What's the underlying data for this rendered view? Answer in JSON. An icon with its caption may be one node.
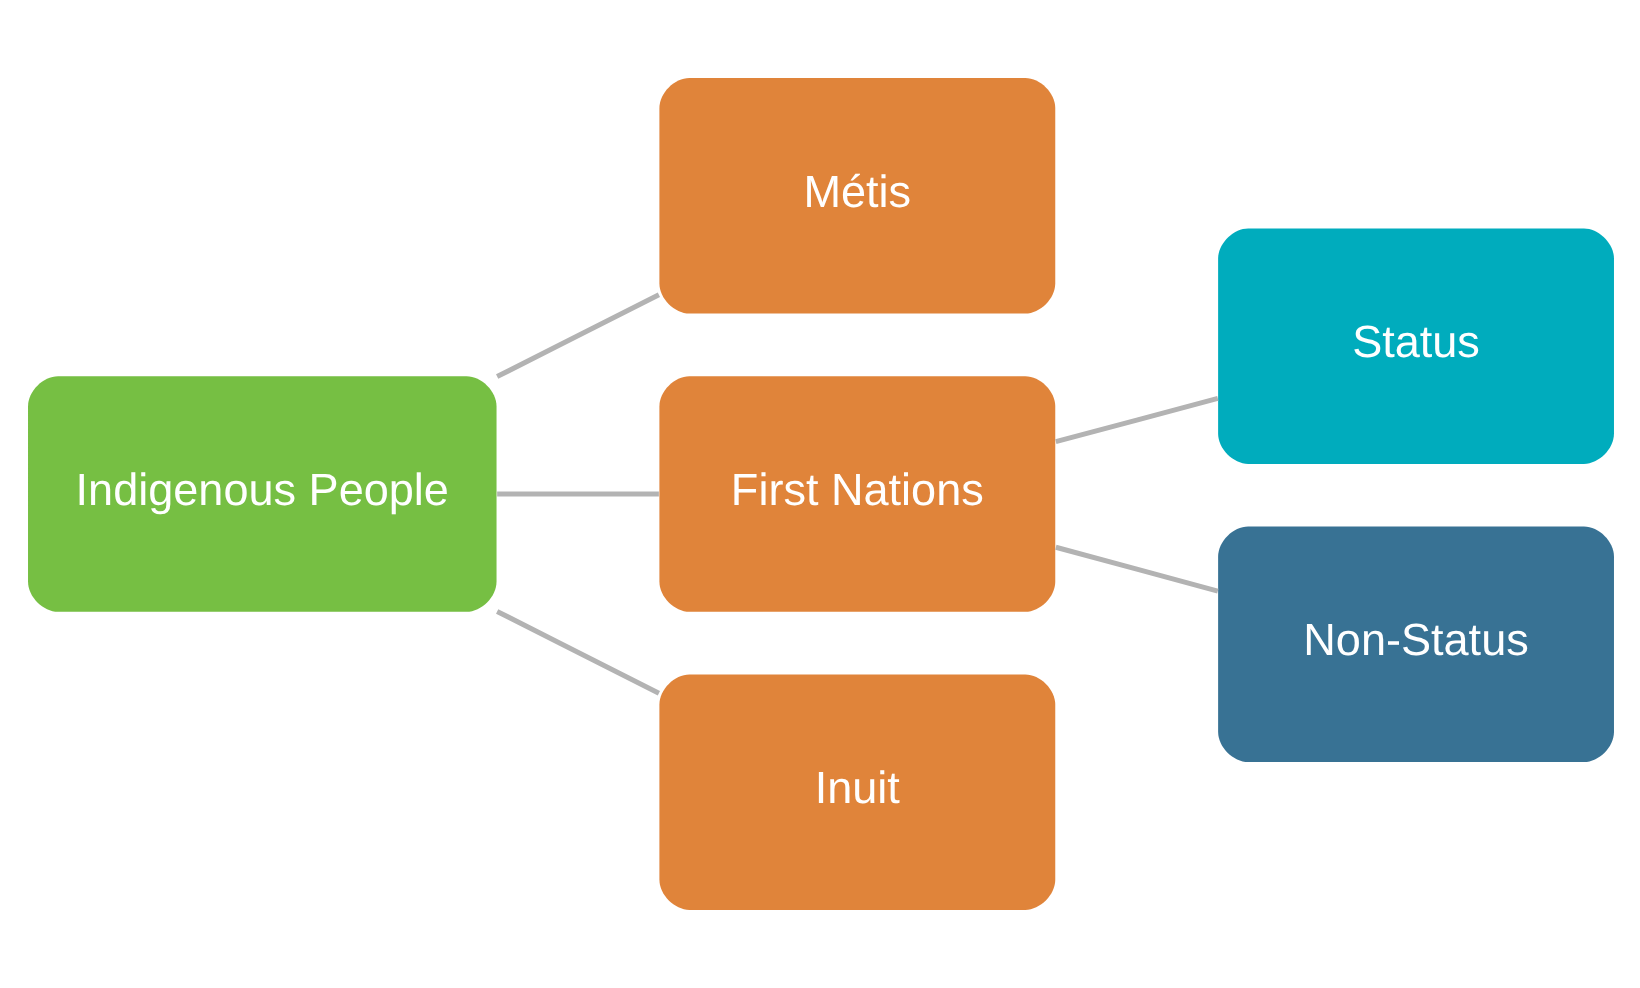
{
  "diagram": {
    "nodes": [
      {
        "text": [
          "Indigenous People"
        ]
      },
      {
        "text": [
          "Métis"
        ]
      },
      {
        "text": [
          "First Nations"
        ]
      },
      {
        "text": [
          "Inuit"
        ]
      },
      {
        "text": [
          "Status"
        ]
      },
      {
        "text": [
          "Non-Status"
        ]
      }
    ],
    "edges": [
      {
        "from": 0,
        "to": 1,
        "arrow": "none"
      },
      {
        "from": 0,
        "to": 2,
        "arrow": "none"
      },
      {
        "from": 0,
        "to": 3,
        "arrow": "none"
      },
      {
        "from": 2,
        "to": 4,
        "arrow": "none"
      },
      {
        "from": 2,
        "to": 5,
        "arrow": "none"
      }
    ]
  }
}
